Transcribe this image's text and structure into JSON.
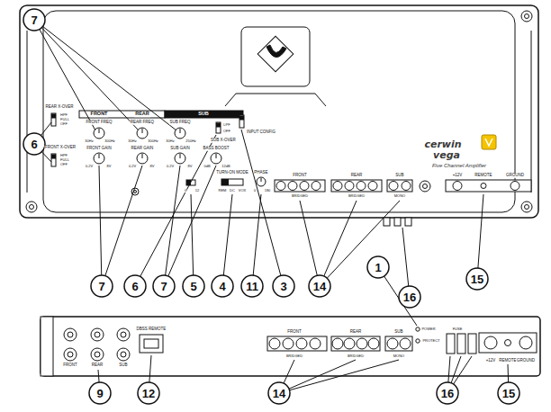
{
  "diagram": {
    "labels": [
      "7",
      "6",
      "7",
      "6",
      "7",
      "5",
      "4",
      "11",
      "3",
      "14",
      "1",
      "16",
      "15",
      "9",
      "12",
      "14",
      "16",
      "15",
      "REAR X-OVER",
      "HPF",
      "FULL",
      "OFF",
      "FRONT X-OVER",
      "HPF",
      "FULL",
      "OFF",
      "FRONT",
      "REAR",
      "SUB",
      "FRONT FREQ",
      "30Hz",
      "300Hz",
      "FRONT GAIN",
      "0.2V",
      "8V",
      "REAR FREQ",
      "30Hz",
      "300Hz",
      "REAR GAIN",
      "0.2V",
      "8V",
      "SUB FREQ",
      "30Hz",
      "250Hz",
      "SUB X-OVER",
      "LPF",
      "OFF",
      "SUB GAIN",
      "0.2V",
      "8V",
      "BASS BOOST",
      "0dB",
      "12dB",
      "INPUT CONFIG",
      "0",
      "12",
      "TURN-ON MODE",
      "REM",
      "DC",
      "VOX",
      "PHASE",
      "0",
      "180",
      "FRONT",
      "REAR",
      "SUB",
      "BRIDGED",
      "BRIDGED",
      "MONO",
      "cerwin",
      "vega",
      "Five Channel Amplifier",
      "+12V",
      "REMOTE",
      "GROUND",
      "FRONT",
      "REAR",
      "SUB",
      "DBSS REMOTE",
      "FRONT",
      "REAR",
      "SUB",
      "BRIDGED",
      "BRIDGED",
      "MONO",
      "POWER",
      "PROTECT",
      "FUSE",
      "+12V",
      "REMOTE",
      "GROUND"
    ]
  }
}
